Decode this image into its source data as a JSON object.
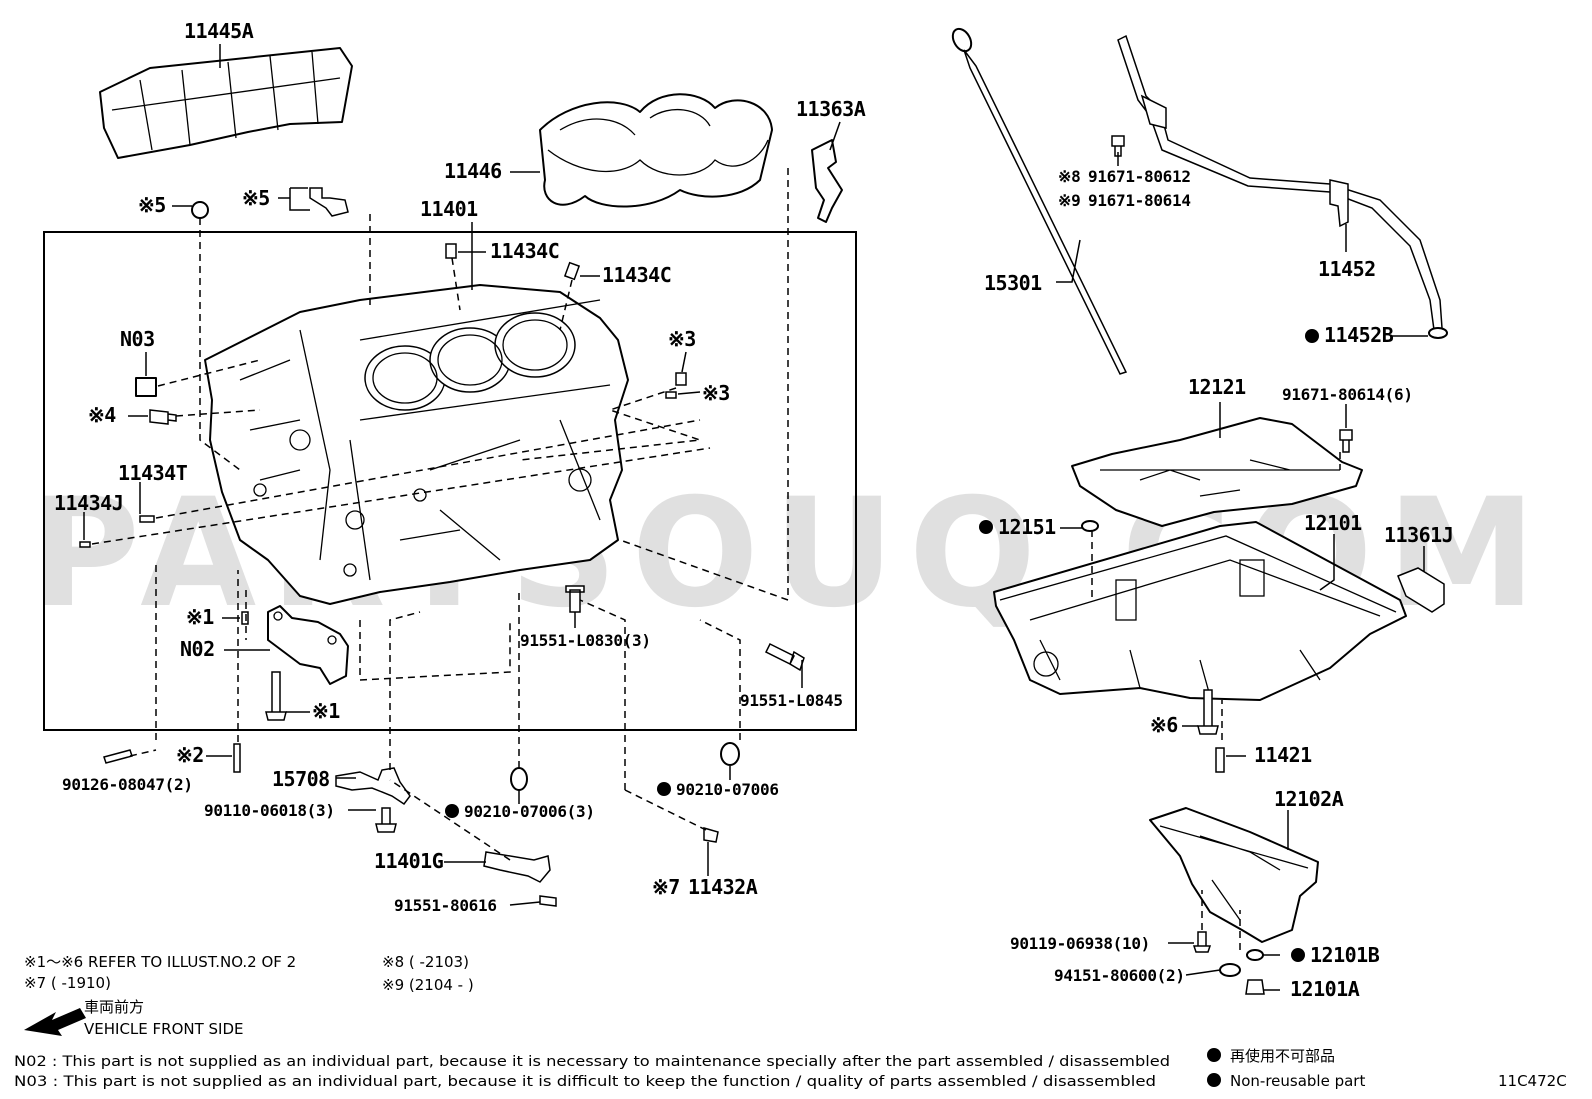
{
  "labels": {
    "p11445A": "11445A",
    "p11446": "11446",
    "p11363A": "11363A",
    "p11401": "11401",
    "p11434C_1": "11434C",
    "p11434C_2": "11434C",
    "n03": "N03",
    "n02": "N02",
    "p11434T": "11434T",
    "p11434J": "11434J",
    "m5a": "※5",
    "m5b": "※5",
    "m4": "※4",
    "m3a": "※3",
    "m3b": "※3",
    "m1a": "※1",
    "m1b": "※1",
    "m2": "※2",
    "p91551_L0830": "91551-L0830(3)",
    "p91551_L0845": "91551-L0845",
    "p90126": "90126-08047(2)",
    "p15708": "15708",
    "p90110": "90110-06018(3)",
    "p90210_3": "90210-07006(3)",
    "p90210": "90210-07006",
    "p11401G": "11401G",
    "p91551_80616": "91551-80616",
    "m7": "※7",
    "p11432A": "11432A",
    "m8": "※8",
    "m9": "※9",
    "p91671_80612": "91671-80612",
    "p91671_80614": "91671-80614",
    "p15301": "15301",
    "p11452": "11452",
    "p11452B": "11452B",
    "p12121": "12121",
    "p91671_80614_6": "91671-80614(6)",
    "p12151": "12151",
    "p12101": "12101",
    "p11361J": "11361J",
    "m6": "※6",
    "p11421": "11421",
    "p12102A": "12102A",
    "p90119": "90119-06938(10)",
    "p12101B": "12101B",
    "p94151": "94151-80600(2)",
    "p12101A": "12101A"
  },
  "notes": {
    "refer": "※1～※6  REFER TO ILLUST.NO.2 OF 2",
    "note7": "※7 (         -1910)",
    "note8": "※8 (         -2103)",
    "note9": "※9 (2104  -        )",
    "front_jp": "車両前方",
    "front_en": "VEHICLE FRONT SIDE",
    "n02_def": "N02 : This part is not supplied as an individual part, because it is necessary to maintenance specially after the part assembled / disassembled",
    "n03_def": "N03 : This part is not supplied as an individual part, because it is difficult to keep the function / quality of parts  assembled / disassembled",
    "legend_jp": "再使用不可部品",
    "legend_en": "Non-reusable part",
    "illus_code": "11C472C"
  },
  "watermark": "PARTSOUQ.COM"
}
